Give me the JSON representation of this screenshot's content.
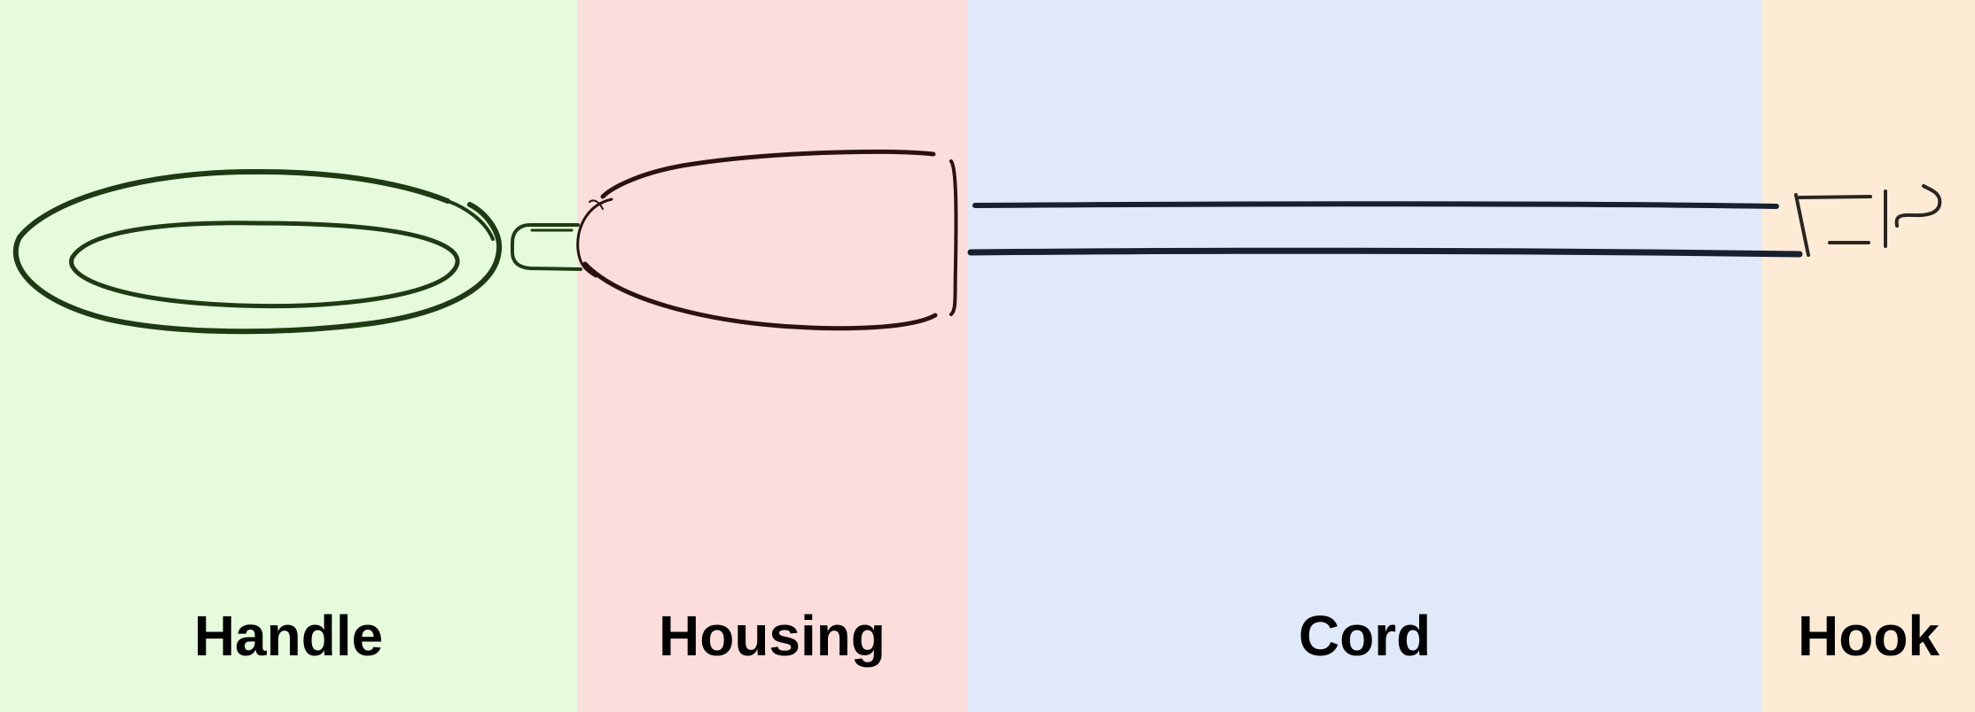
{
  "sections": [
    {
      "id": "handle",
      "label": "Handle",
      "color": "#e5fbdc"
    },
    {
      "id": "housing",
      "label": "Housing",
      "color": "#fbdedb"
    },
    {
      "id": "cord",
      "label": "Cord",
      "color": "#e0e9f9"
    },
    {
      "id": "hook",
      "label": "Hook",
      "color": "#fdebd6"
    }
  ],
  "stroke_colors": {
    "handle": "#1e3a12",
    "housing": "#2a1210",
    "cord": "#17202e",
    "hook": "#2a2520"
  }
}
